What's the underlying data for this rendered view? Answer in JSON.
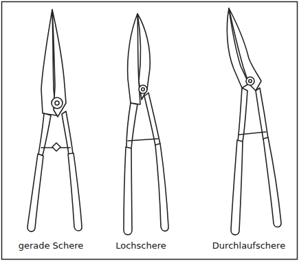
{
  "diagram": {
    "labels": [
      "gerade Schere",
      "Lochschere",
      "Durchlaufschere"
    ]
  }
}
